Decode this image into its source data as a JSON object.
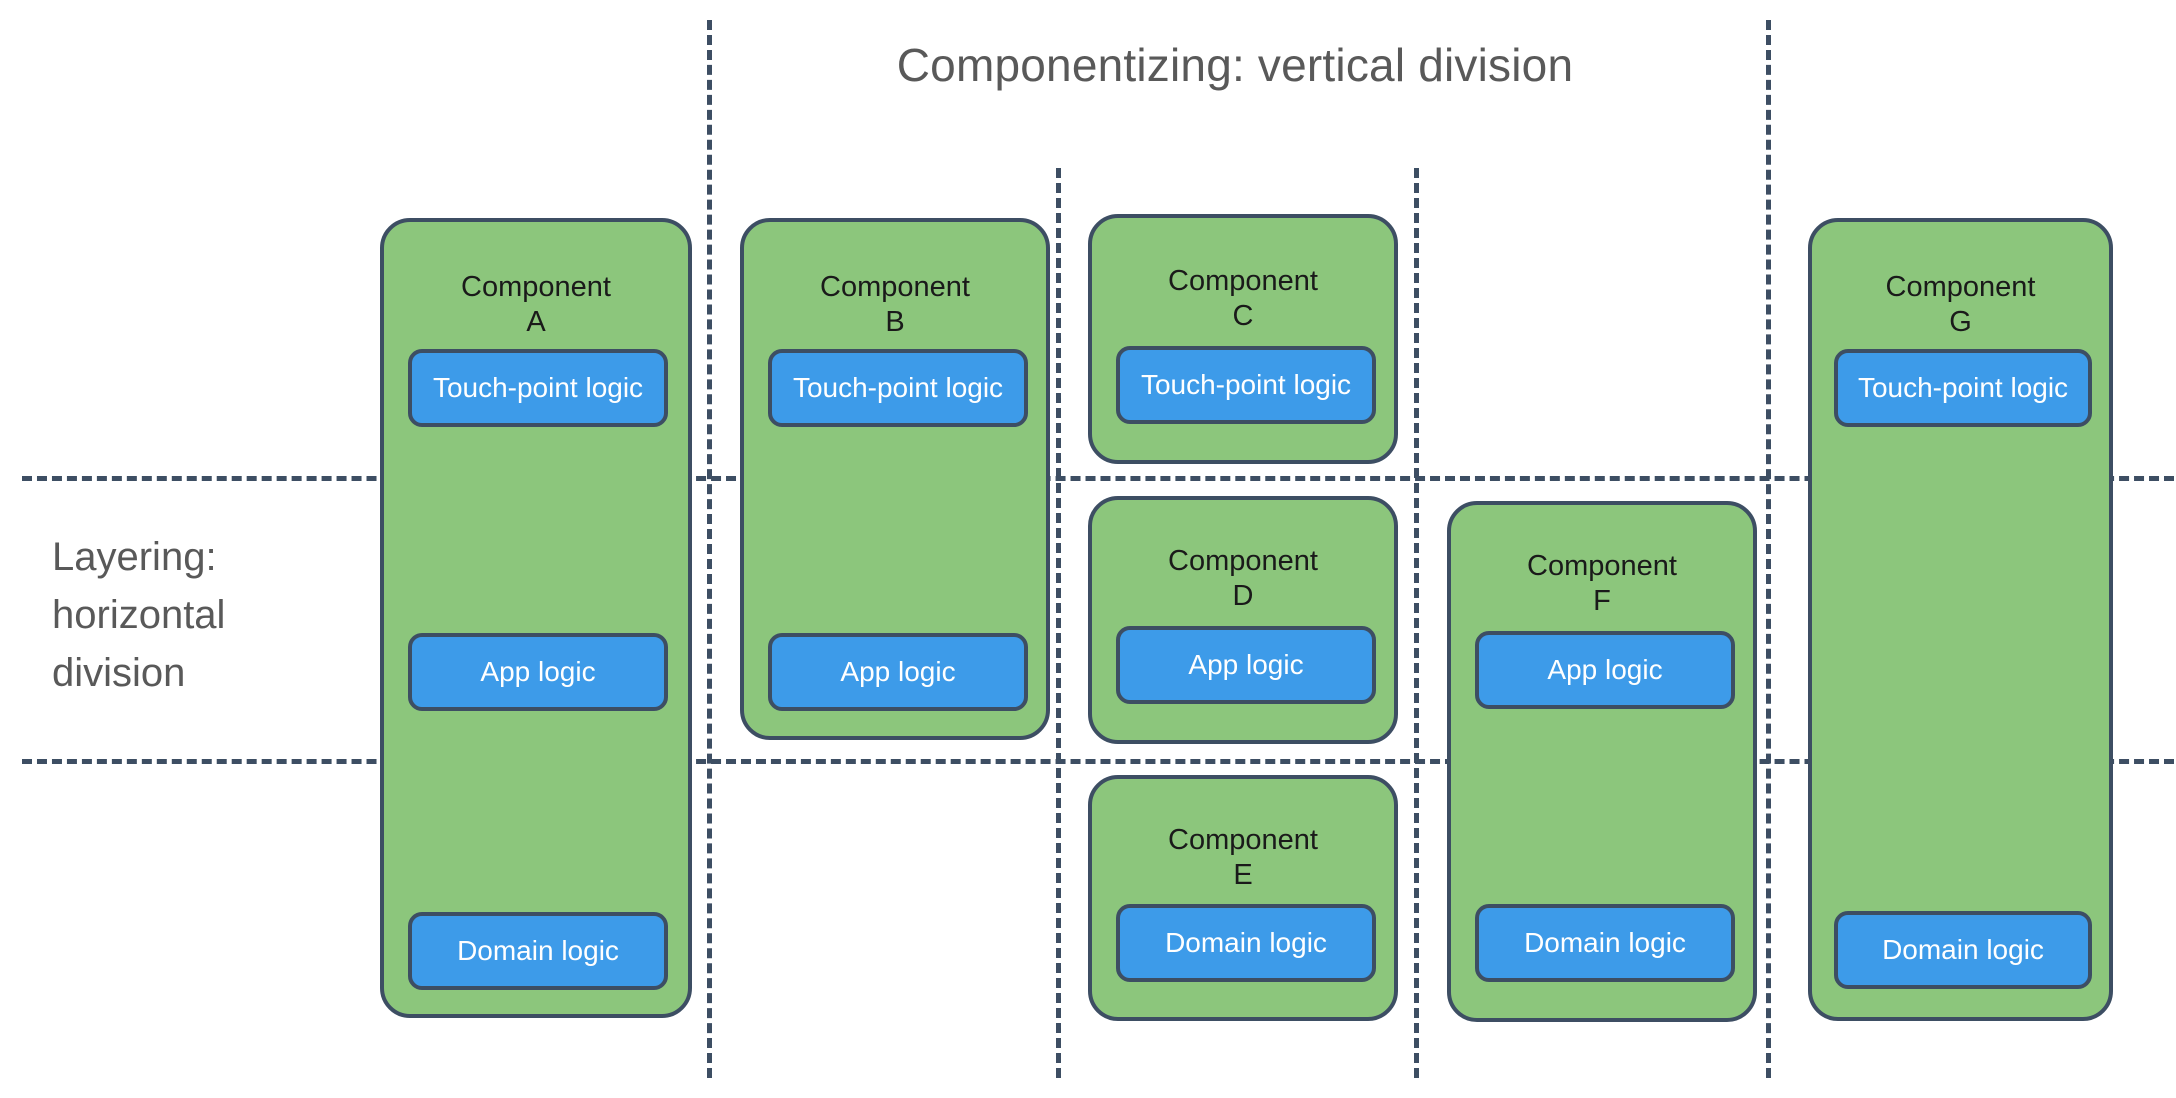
{
  "title": "Componentizing: vertical division",
  "axis_label": {
    "line1": "Layering:",
    "line2": "horizontal",
    "line3": "division"
  },
  "colors": {
    "component_fill": "#8cc67c",
    "logic_fill": "#3d9be9",
    "stroke": "#3d4e63",
    "title_text": "#595959",
    "background": "#ffffff"
  },
  "layers": [
    {
      "id": "touch-point",
      "label": "Touch-point logic"
    },
    {
      "id": "app",
      "label": "App logic"
    },
    {
      "id": "domain",
      "label": "Domain logic"
    }
  ],
  "components": [
    {
      "id": "A",
      "name": "Component",
      "letter": "A",
      "blocks": [
        {
          "label": "Touch-point logic"
        },
        {
          "label": "App logic"
        },
        {
          "label": "Domain logic"
        }
      ]
    },
    {
      "id": "B",
      "name": "Component",
      "letter": "B",
      "blocks": [
        {
          "label": "Touch-point logic"
        },
        {
          "label": "App logic"
        }
      ]
    },
    {
      "id": "C",
      "name": "Component",
      "letter": "C",
      "blocks": [
        {
          "label": "Touch-point logic"
        }
      ]
    },
    {
      "id": "D",
      "name": "Component",
      "letter": "D",
      "blocks": [
        {
          "label": "App logic"
        }
      ]
    },
    {
      "id": "E",
      "name": "Component",
      "letter": "E",
      "blocks": [
        {
          "label": "Domain logic"
        }
      ]
    },
    {
      "id": "F",
      "name": "Component",
      "letter": "F",
      "blocks": [
        {
          "label": "App logic"
        },
        {
          "label": "Domain logic"
        }
      ]
    },
    {
      "id": "G",
      "name": "Component",
      "letter": "G",
      "blocks": [
        {
          "label": "Touch-point logic"
        },
        {
          "label": "Domain logic"
        }
      ]
    }
  ]
}
